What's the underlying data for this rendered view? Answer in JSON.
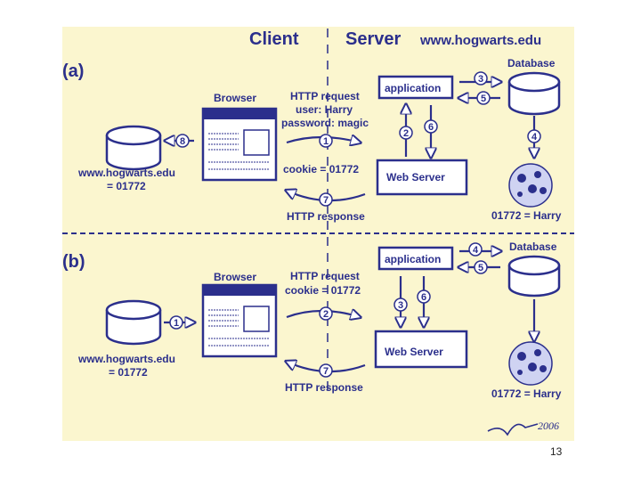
{
  "header": {
    "client": "Client",
    "server": "Server",
    "domain": "www.hogwarts.edu"
  },
  "panel_a": {
    "label": "(a)",
    "browser": "Browser",
    "request_line1": "HTTP request",
    "request_line2": "user: Harry",
    "request_line3": "password: magic",
    "cookie": "cookie = 01772",
    "response": "HTTP response",
    "application": "application",
    "database": "Database",
    "web_server": "Web Server",
    "store_domain": "www.hogwarts.edu",
    "store_value": "= 01772",
    "db_mapping": "01772 = Harry",
    "steps": [
      "1",
      "2",
      "3",
      "4",
      "5",
      "6",
      "7",
      "8"
    ]
  },
  "panel_b": {
    "label": "(b)",
    "browser": "Browser",
    "request_line1": "HTTP request",
    "request_line2": "cookie = 01772",
    "response": "HTTP response",
    "application": "application",
    "database": "Database",
    "web_server": "Web Server",
    "store_domain": "www.hogwarts.edu",
    "store_value": "= 01772",
    "db_mapping": "01772 = Harry",
    "steps": [
      "1",
      "2",
      "3",
      "4",
      "5",
      "6",
      "7"
    ]
  },
  "signature": "2006",
  "page_number": "13",
  "colors": {
    "background": "#fbf6cf",
    "ink": "#2b2f8c"
  }
}
